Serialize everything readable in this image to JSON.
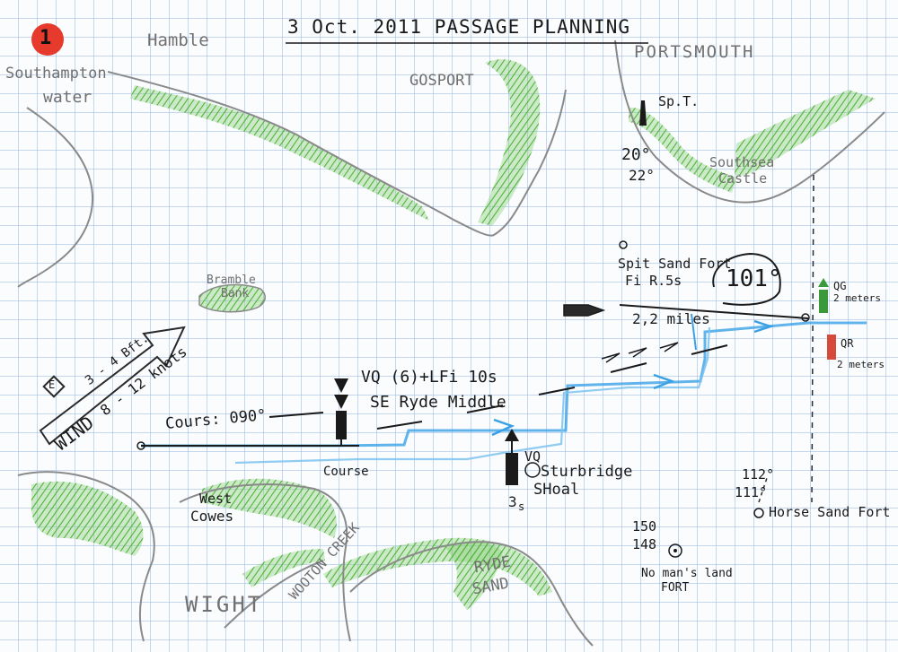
{
  "page_number": "1",
  "title": "3 Oct. 2011  PASSAGE  PLANNING",
  "places": {
    "hamble": "Hamble",
    "southampton": "Southampton",
    "water": "water",
    "gosport": "GOSPORT",
    "portsmouth": "PORTSMOUTH",
    "southsea": "Southsea",
    "castle": "Castle",
    "bramble": "Bramble",
    "bank": "Bank",
    "west": "West",
    "cowes": "Cowes",
    "wight": "WIGHT",
    "wootton_creek": "WOOTON  CREEK",
    "ryde_sand_1": "RYDE",
    "ryde_sand_2": "SAND"
  },
  "marks": {
    "sp_t": "Sp.T.",
    "bearing_20": "20°",
    "bearing_22": "22°",
    "spit_fort_1": "Spit Sand Fort",
    "spit_fort_2": "Fi  R.5s",
    "bearing_101": "101°",
    "qg": "QG",
    "qg_sub": "2 meters",
    "qr": "QR",
    "qr_sub": "2 meters",
    "distance": "2,2 miles",
    "se_ryde_1": "VQ (6)+LFi 10s",
    "se_ryde_2": "SE  Ryde Middle",
    "course_heading": "Cours: 090°",
    "course_label": "Course",
    "sturbridge_vq": "VQ",
    "sturbridge_1": "Sturbridge",
    "sturbridge_2": "SHoal",
    "sturbridge_3": "3",
    "sturbridge_3_sub": "s",
    "horse_b1": "112°",
    "horse_b2": "111°",
    "horse_sand": "Horse Sand Fort",
    "depth_1": "150",
    "depth_2": "148",
    "nomans_1": "No man's land",
    "nomans_2": "FORT"
  },
  "wind": {
    "strength_bft": "3 - 4 Bft.",
    "speed": "8 - 12 knots",
    "label": "WIND",
    "symbol": "E"
  },
  "colors": {
    "ink": "#1a1a1a",
    "pencil": "#8a8a8a",
    "land_green": "#5fbf4a",
    "route_blue": "#3aa0e6",
    "page_number_red": "#e53a2c",
    "buoy_red": "#d64a3a",
    "buoy_green": "#3a9a3a"
  }
}
